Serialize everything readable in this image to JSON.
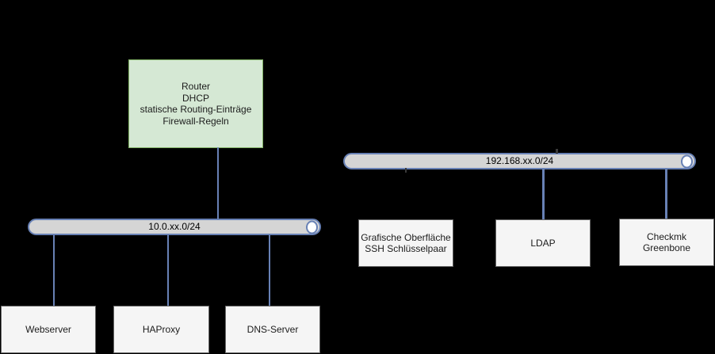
{
  "colors": {
    "background": "#000000",
    "router_fill": "#d5e8d4",
    "router_border": "#82b366",
    "node_fill": "#f5f5f5",
    "node_border": "#666666",
    "bus_fill": "#d5d5d5",
    "bus_border": "#6881b5",
    "bus_cap_fill": "#ffffff",
    "connector": "#6881b5"
  },
  "router": {
    "label": "Router\nDHCP\nstatische Routing-Einträge\nFirewall-Regeln"
  },
  "networks": {
    "lan10": {
      "label": "10.0.xx.0/24"
    },
    "lan192": {
      "label": "192.168.xx.0/24"
    }
  },
  "nodes": {
    "webserver": {
      "label": "Webserver"
    },
    "haproxy": {
      "label": "HAProxy"
    },
    "dns": {
      "label": "DNS-Server"
    },
    "gui_ssh": {
      "label": "Grafische Oberfläche\nSSH Schlüsselpaar"
    },
    "ldap": {
      "label": "LDAP"
    },
    "checkmk": {
      "label": "Checkmk\nGreenbone"
    }
  }
}
